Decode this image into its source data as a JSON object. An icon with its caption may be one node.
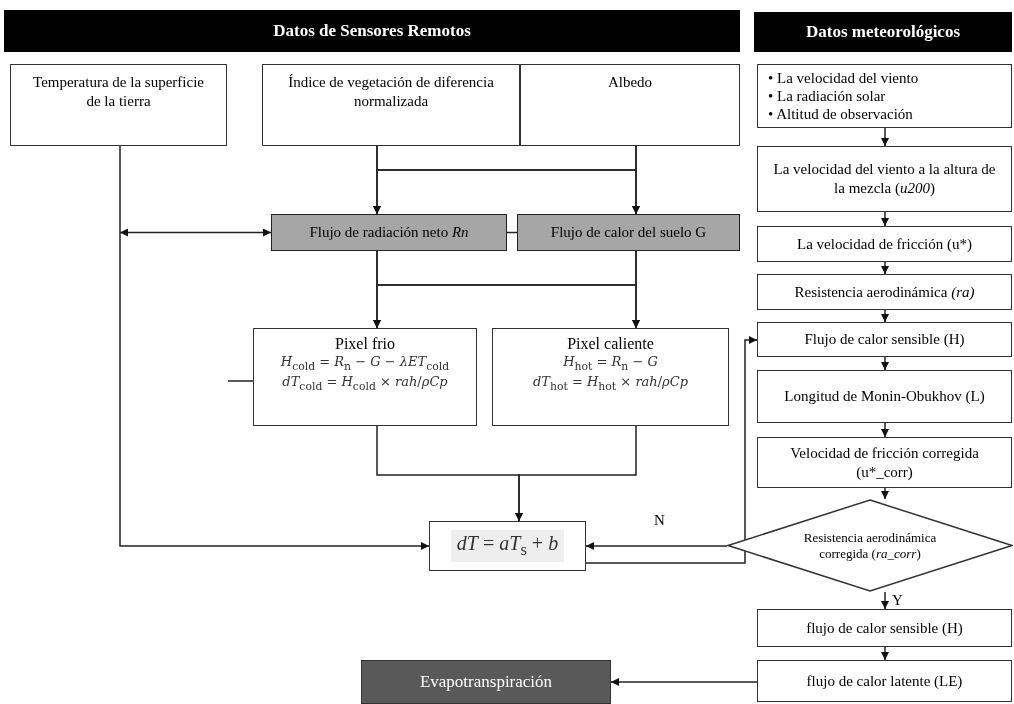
{
  "diagram": {
    "nodes": [
      {
        "text": [
          "Datos de Sensores Remotos"
        ]
      },
      {
        "text": [
          "Temperatura de la superficie de la tierra"
        ]
      },
      {
        "text": [
          "Índice de vegetación de diferencia normalizada"
        ]
      },
      {
        "text": [
          "Albedo"
        ]
      },
      {
        "text": [
          "Flujo de radiación neto *Rn*"
        ]
      },
      {
        "text": [
          "Flujo de calor del suelo G"
        ]
      },
      {
        "text": [
          "Pixel frio",
          "*H*$_{cold}$ = *R*$_{n}$ − *G* − *λET*$_{cold}$",
          "*dT*$_{cold}$ = *H*$_{cold}$ × *rah*/*ρCp*"
        ]
      },
      {
        "text": [
          "Pixel caliente",
          "*H*$_{hot}$ = *R*$_{n}$ − *G*",
          "*dT*$_{hot}$ = *H*$_{hot}$ × *rah*/*ρCp*"
        ]
      },
      {
        "text": [
          "*dT* = *aT*$_{s}$ + *b*"
        ]
      },
      {
        "text": [
          "Evapotranspiración"
        ]
      },
      {
        "text": [
          "Datos meteorológicos"
        ]
      },
      {
        "text": [
          "• La velocidad del viento",
          "• La radiación solar",
          "• Altitud de observación"
        ]
      },
      {
        "text": [
          "La velocidad del viento a la altura de la mezcla (*u200*)"
        ]
      },
      {
        "text": [
          "La velocidad de fricción (u*)"
        ]
      },
      {
        "text": [
          "Resistencia aerodinámica *(ra)*"
        ]
      },
      {
        "text": [
          "Flujo de calor sensible (H)"
        ]
      },
      {
        "text": [
          "Longitud de Monin-Obukhov (L)"
        ]
      },
      {
        "text": [
          "Velocidad de fricción corregida (u*_corr)"
        ]
      },
      {
        "text": [
          "Resistencia aerodinámica corregida (*ra_corr*)"
        ]
      },
      {
        "text": [
          "flujo de calor sensible (H)"
        ]
      },
      {
        "text": [
          "flujo de calor latente (LE)"
        ]
      }
    ],
    "edges": [
      {
        "from": 2,
        "to": 4,
        "arrow": "to"
      },
      {
        "from": 2,
        "to": 5,
        "arrow": "to"
      },
      {
        "from": 3,
        "to": 4,
        "arrow": "to"
      },
      {
        "from": 3,
        "to": 5,
        "arrow": "to"
      },
      {
        "from": 4,
        "to": 5,
        "arrow": "none"
      },
      {
        "from": null,
        "to": 4,
        "arrow": "both"
      },
      {
        "from": 1,
        "to": 8,
        "arrow": "to"
      },
      {
        "from": 4,
        "to": 6,
        "arrow": "to"
      },
      {
        "from": 4,
        "to": 7,
        "arrow": "to"
      },
      {
        "from": 5,
        "to": 6,
        "arrow": "to"
      },
      {
        "from": 5,
        "to": 7,
        "arrow": "to"
      },
      {
        "from": 6,
        "to": null,
        "arrow": "none"
      },
      {
        "from": 6,
        "to": 8,
        "arrow": "to"
      },
      {
        "from": 7,
        "to": 8,
        "arrow": "to"
      },
      {
        "from": 11,
        "to": 12,
        "arrow": "to"
      },
      {
        "from": 12,
        "to": 13,
        "arrow": "to"
      },
      {
        "from": 13,
        "to": 14,
        "arrow": "to"
      },
      {
        "from": 14,
        "to": 15,
        "arrow": "to"
      },
      {
        "from": 15,
        "to": 16,
        "arrow": "to"
      },
      {
        "from": 16,
        "to": 17,
        "arrow": "to"
      },
      {
        "from": 17,
        "to": 18,
        "arrow": "to"
      },
      {
        "from": 18,
        "to": 8,
        "arrow": "to",
        "label": "N"
      },
      {
        "from": 8,
        "to": 15,
        "arrow": "to"
      },
      {
        "from": 18,
        "to": 19,
        "arrow": "to",
        "label": "Y"
      },
      {
        "from": 19,
        "to": 20,
        "arrow": "to"
      },
      {
        "from": 20,
        "to": 9,
        "arrow": "to"
      }
    ]
  }
}
